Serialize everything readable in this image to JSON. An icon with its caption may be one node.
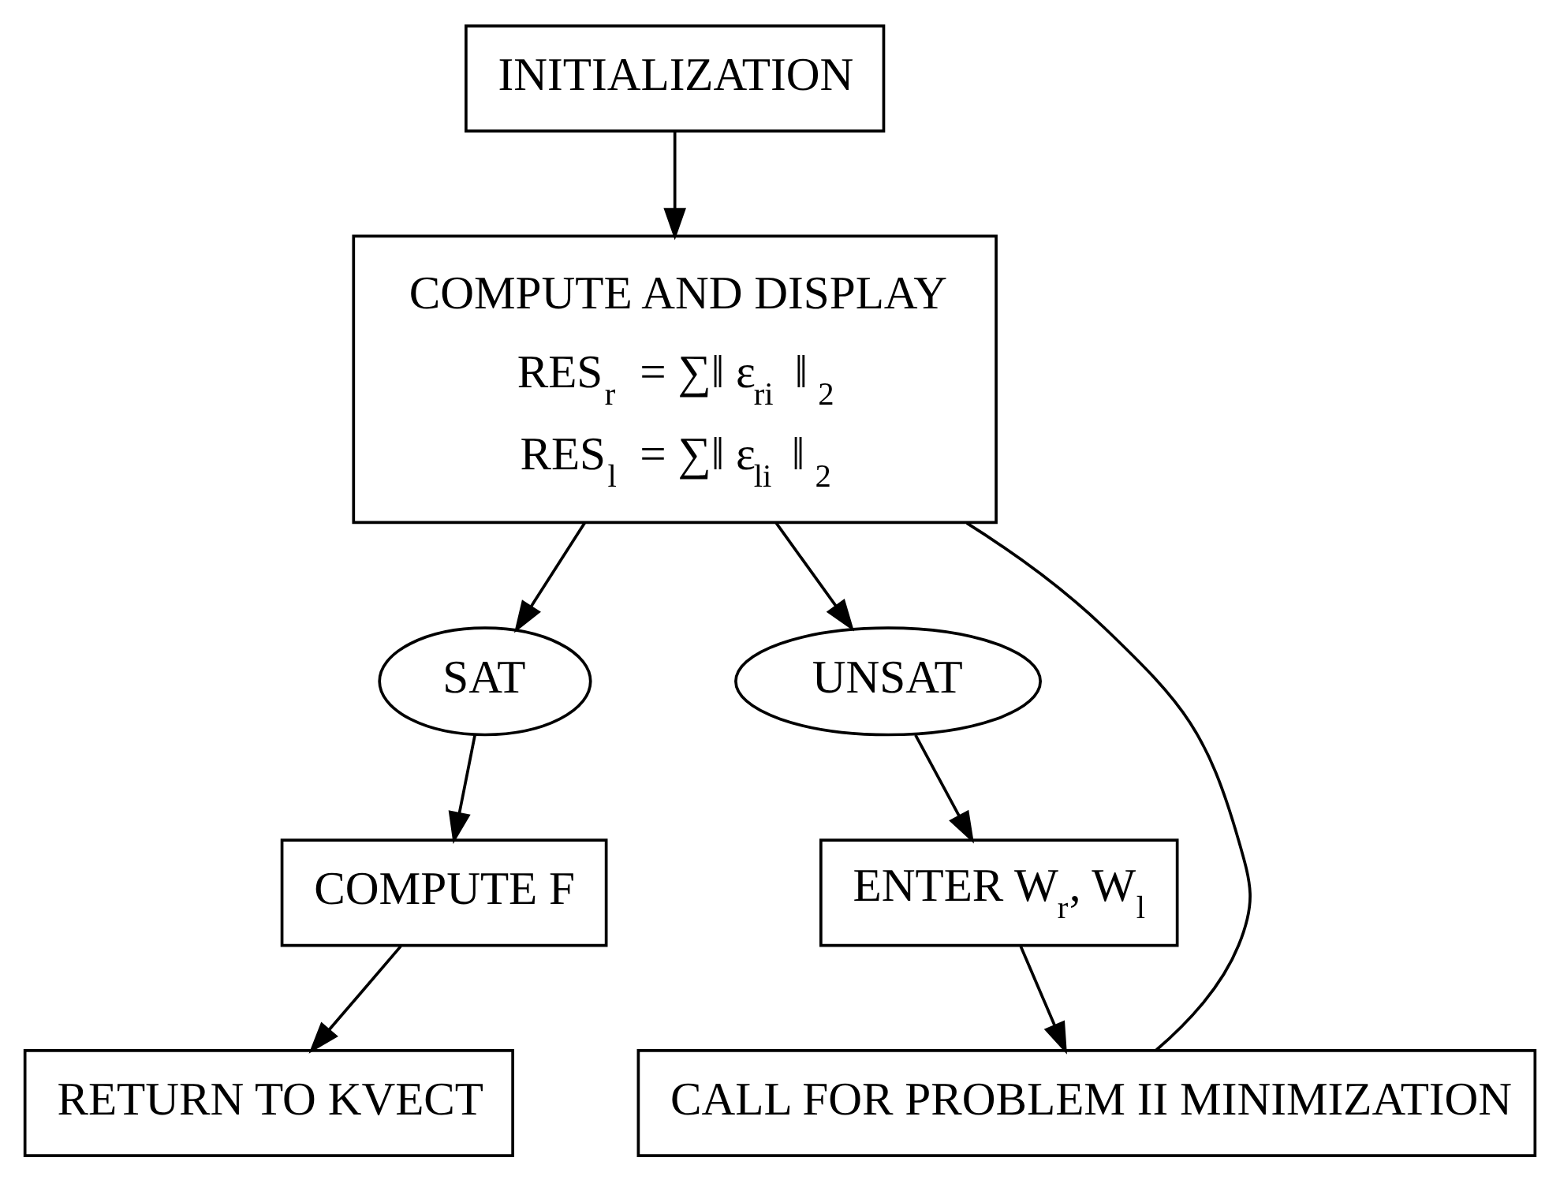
{
  "diagram": {
    "nodes": [
      {
        "text": [
          "INITIALIZATION"
        ]
      },
      {
        "text": [
          "COMPUTE AND DISPLAY",
          "RES$_{r}$ = ∑‖ ε$_{ri}$ ‖ $_{2}$",
          "RES$_{l}$ = ∑‖ ε$_{li}$ ‖ $_{2}$"
        ]
      },
      {
        "text": [
          "SAT"
        ]
      },
      {
        "text": [
          "UNSAT"
        ]
      },
      {
        "text": [
          "COMPUTE F"
        ]
      },
      {
        "text": [
          "ENTER W$_{r}$, W$_{l}$"
        ]
      },
      {
        "text": [
          "CALL FOR PROBLEM II MINIMIZATION"
        ]
      },
      {
        "text": [
          "RETURN TO KVECT"
        ]
      }
    ],
    "edges": [
      {
        "from": 0,
        "to": 1,
        "arrow": "to"
      },
      {
        "from": 1,
        "to": 2,
        "arrow": "to"
      },
      {
        "from": 1,
        "to": 3,
        "arrow": "to"
      },
      {
        "from": 2,
        "to": 4,
        "arrow": "to"
      },
      {
        "from": 3,
        "to": 5,
        "arrow": "to"
      },
      {
        "from": 5,
        "to": 6,
        "arrow": "to"
      },
      {
        "from": 6,
        "to": 1,
        "arrow": "none"
      },
      {
        "from": 4,
        "to": 7,
        "arrow": "to"
      }
    ]
  }
}
